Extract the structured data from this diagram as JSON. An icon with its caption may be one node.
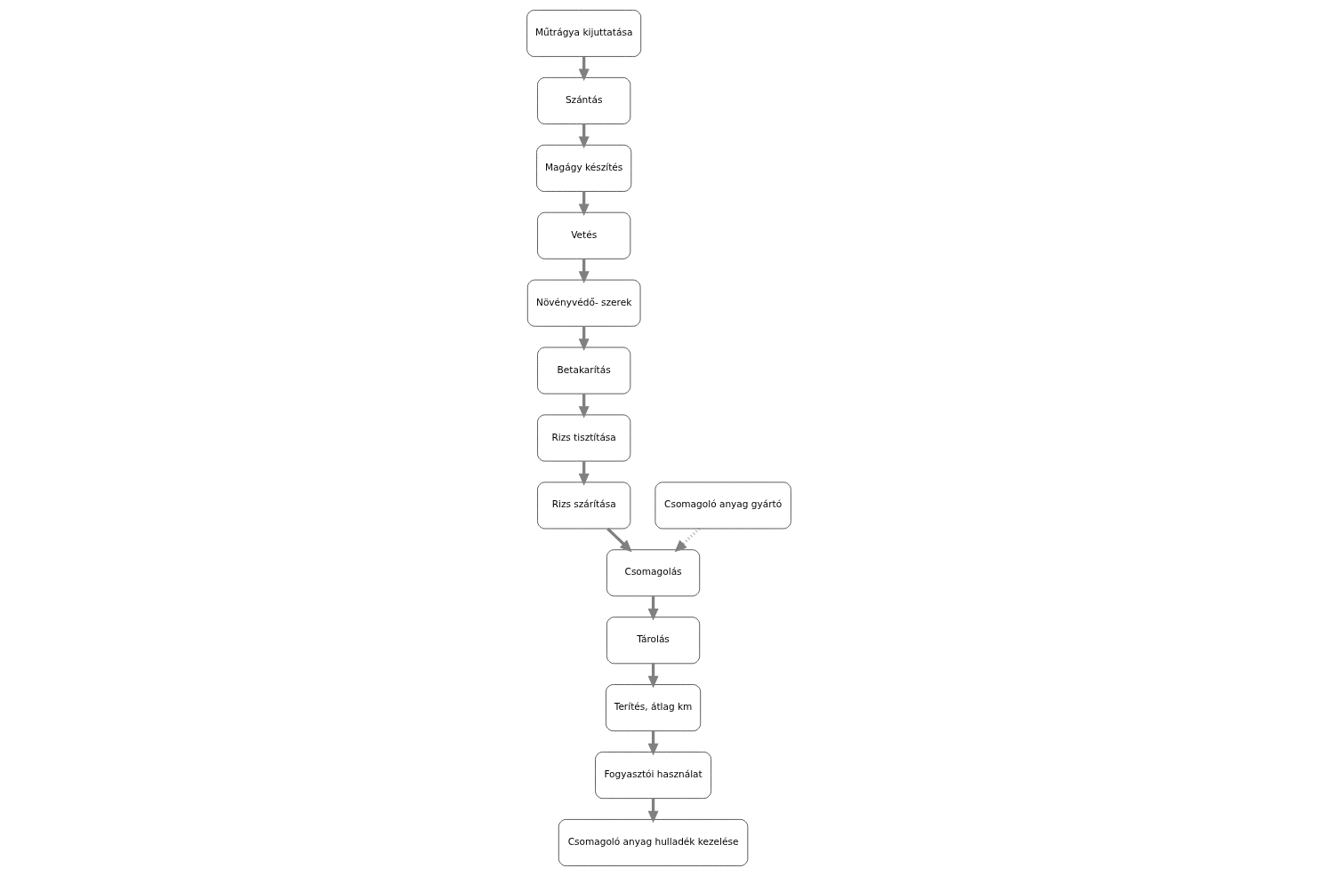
{
  "diagram": {
    "nodes": [
      {
        "text": [
          "Műtrágya kijuttatása"
        ]
      },
      {
        "text": [
          "Szántás"
        ]
      },
      {
        "text": [
          "Magágy készítés"
        ]
      },
      {
        "text": [
          "Vetés"
        ]
      },
      {
        "text": [
          "Növényvédő- szerek"
        ]
      },
      {
        "text": [
          "Betakarítás"
        ]
      },
      {
        "text": [
          "Rizs tisztítása"
        ]
      },
      {
        "text": [
          "Rizs szárítása"
        ]
      },
      {
        "text": [
          "Csomagolás"
        ]
      },
      {
        "text": [
          "Csomagoló anyag gyártó"
        ]
      },
      {
        "text": [
          "Tárolás"
        ]
      },
      {
        "text": [
          "Terítés, átlag km"
        ]
      },
      {
        "text": [
          "Fogyasztói használat"
        ]
      },
      {
        "text": [
          "Csomagoló anyag hulladék kezelése"
        ]
      }
    ],
    "edges": [
      {
        "from": 0,
        "to": 1,
        "arrow": "to"
      },
      {
        "from": 1,
        "to": 2,
        "arrow": "to"
      },
      {
        "from": 2,
        "to": 3,
        "arrow": "to"
      },
      {
        "from": 3,
        "to": 4,
        "arrow": "to"
      },
      {
        "from": 4,
        "to": 5,
        "arrow": "to"
      },
      {
        "from": 5,
        "to": 6,
        "arrow": "to"
      },
      {
        "from": 6,
        "to": 7,
        "arrow": "to"
      },
      {
        "from": 7,
        "to": 8,
        "arrow": "to"
      },
      {
        "from": 9,
        "to": 8,
        "arrow": "to",
        "style": "dashed"
      },
      {
        "from": 8,
        "to": 10,
        "arrow": "to"
      },
      {
        "from": 10,
        "to": 11,
        "arrow": "to"
      },
      {
        "from": 11,
        "to": 12,
        "arrow": "to"
      },
      {
        "from": 12,
        "to": 13,
        "arrow": "to"
      }
    ]
  }
}
